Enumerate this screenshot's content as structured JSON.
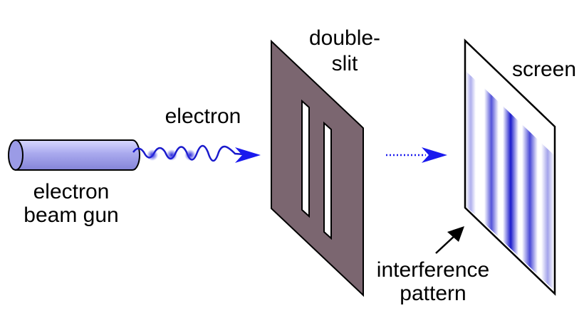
{
  "labels": {
    "gun_line1": "electron",
    "gun_line2": "beam gun",
    "electron": "electron",
    "slit_line1": "double-",
    "slit_line2": "slit",
    "screen": "screen",
    "pattern_line1": "interference",
    "pattern_line2": "pattern"
  },
  "colors": {
    "gun_fill": "#a9a9ee",
    "gun_cap": "#8f8fe0",
    "wave": "#1a1acc",
    "arrow": "#1a1aee",
    "barrier": "#7b6670",
    "fringe": "#1a1acc",
    "outline": "#000000"
  }
}
